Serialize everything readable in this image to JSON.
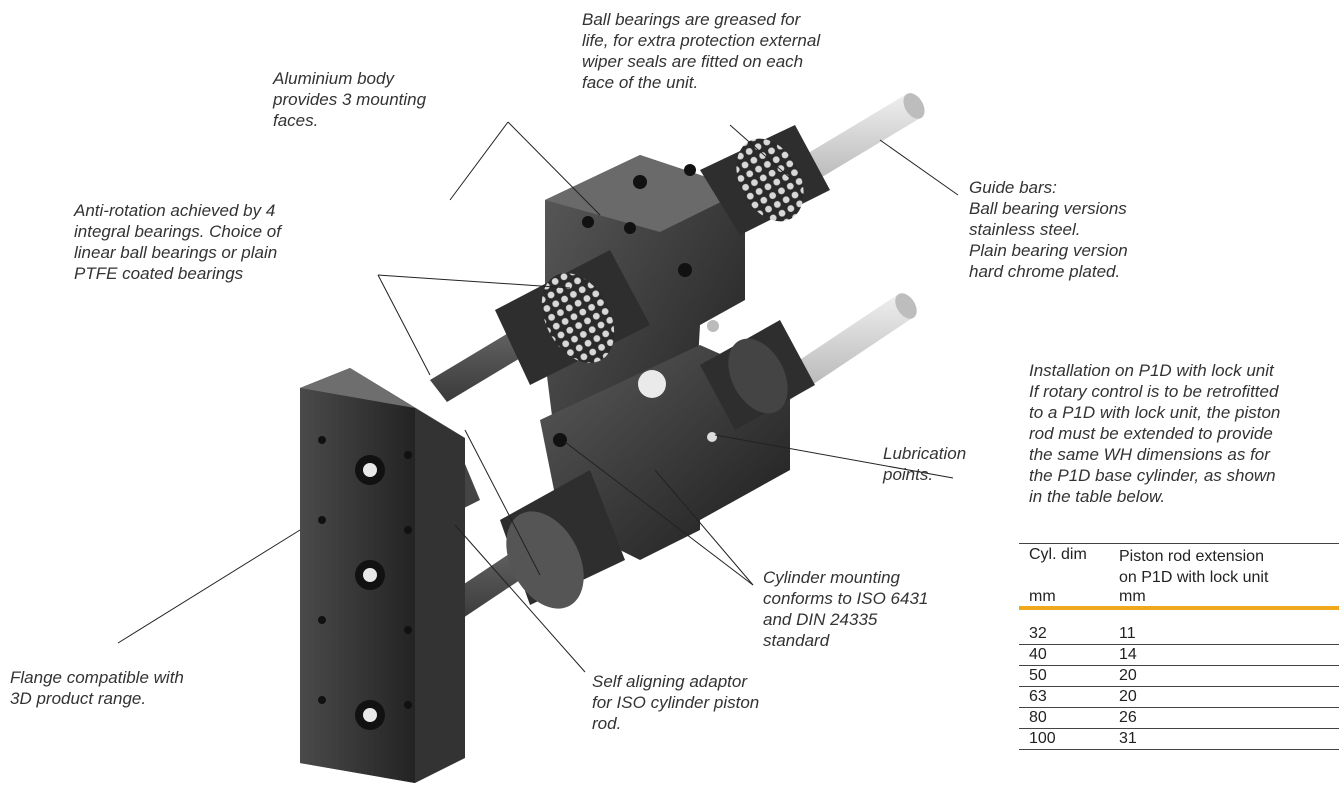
{
  "callouts": {
    "ball_bearings": "Ball bearings are greased for\nlife, for extra protection external\nwiper seals are fitted on each\nface of the unit.",
    "aluminium_body": "Aluminium body\nprovides 3 mounting\nfaces.",
    "anti_rotation": "Anti-rotation achieved by 4\nintegral bearings. Choice of\nlinear ball bearings or plain\nPTFE coated bearings",
    "guide_bars": "Guide bars:\nBall bearing versions\nstainless steel.\nPlain bearing version\nhard chrome plated.",
    "lubrication": "Lubrication\npoints.",
    "cylinder_mounting": "Cylinder mounting\nconforms to ISO 6431\nand DIN 24335\nstandard",
    "self_aligning": "Self aligning adaptor\nfor ISO cylinder piston\nrod.",
    "flange": "Flange compatible with\n3D product range."
  },
  "installation": {
    "text": "Installation on P1D with lock unit\nIf rotary control is to be retrofitted\nto a P1D with lock unit, the piston\nrod must be extended to provide\nthe same WH dimensions as for\nthe P1D base cylinder, as shown\nin the table below."
  },
  "table": {
    "col1": "Cyl. dim",
    "col2": "Piston rod extension\non P1D with lock unit",
    "unit1": "mm",
    "unit2": "mm",
    "accent": "#f0a81c",
    "rows": [
      {
        "dim": "32",
        "ext": "11"
      },
      {
        "dim": "40",
        "ext": "14"
      },
      {
        "dim": "50",
        "ext": "20"
      },
      {
        "dim": "63",
        "ext": "20"
      },
      {
        "dim": "80",
        "ext": "26"
      },
      {
        "dim": "100",
        "ext": "31"
      }
    ]
  }
}
